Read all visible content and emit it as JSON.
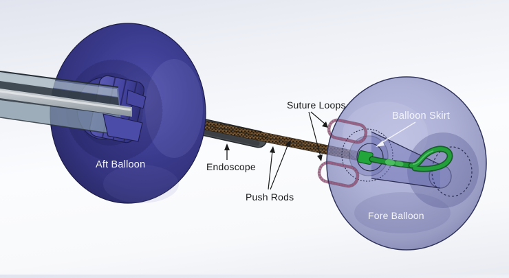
{
  "figure": {
    "description": "CAD rendering of a dual-balloon endoscopic device assembly",
    "labels": {
      "aft_balloon": "Aft Balloon",
      "endoscope": "Endoscope",
      "push_rods": "Push Rods",
      "suture_loops": "Suture Loops",
      "balloon_skirt": "Balloon Skirt",
      "fore_balloon": "Fore Balloon"
    },
    "colors": {
      "aft_balloon_indigo": "#3a3a8e",
      "fore_balloon_lavender": "#8d91c7",
      "grasper_green": "#1f9636",
      "suture_loop_mauve": "#a05c82",
      "endoscope_gray": "#4c5156",
      "push_rod_brown": "#6a4a28",
      "shaft_steel": "#8295a5",
      "label_dark": "#1a1a1a",
      "label_light": "#f4f5f9"
    }
  }
}
